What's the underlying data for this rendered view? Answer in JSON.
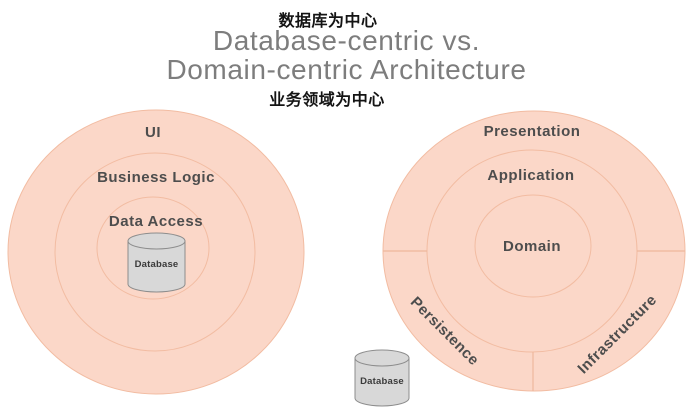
{
  "header": {
    "subtitle_top": "数据库为中心",
    "title_line1": "Database-centric vs.",
    "title_line2": "Domain-centric Architecture",
    "subtitle_bottom": "业务领域为中心"
  },
  "left_diagram": {
    "name": "Database-centric architecture",
    "rings": [
      {
        "label": "UI"
      },
      {
        "label": "Business Logic"
      },
      {
        "label": "Data Access"
      }
    ],
    "center": {
      "icon": "database-cylinder-icon",
      "label": "Database"
    }
  },
  "right_diagram": {
    "name": "Domain-centric architecture",
    "rings": [
      {
        "label": "Presentation"
      },
      {
        "label": "Application"
      },
      {
        "label": "Domain"
      }
    ],
    "bottom_sectors": [
      {
        "label": "Persistence"
      },
      {
        "label": "Infrastructure"
      }
    ],
    "external": {
      "icon": "database-cylinder-icon",
      "label": "Database"
    }
  },
  "colors": {
    "ring_fill": "#fbd7c8",
    "ring_stroke": "#f2bca2",
    "label_text": "#4d4d4d",
    "title_text": "#7d7d7d",
    "subtitle_text": "#141414",
    "cylinder_fill": "#d8d8d8",
    "cylinder_stroke": "#8d8d8d"
  }
}
